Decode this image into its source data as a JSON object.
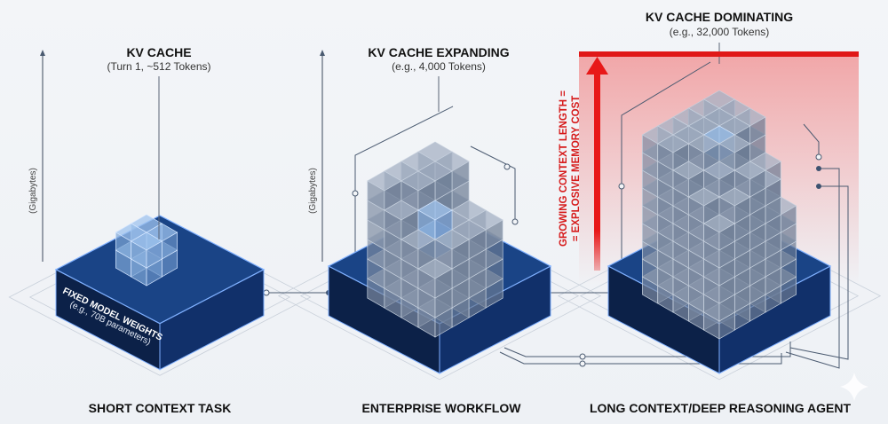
{
  "colors": {
    "base_top": "#1a4486",
    "base_left": "#0c2148",
    "base_right": "#11306a",
    "base_edge": "#7fb0ff",
    "cube_fill": "#7d8ca3",
    "cube_highlight": "#9fc3ee",
    "warning_red": "#e01818",
    "axis": "#5a6576"
  },
  "panels": [
    {
      "id": "short",
      "title": "KV CACHE",
      "subtitle": "(Turn 1, ~512 Tokens)",
      "axis_label": "(Gigabytes)",
      "footer": "SHORT CONTEXT TASK",
      "base_label": "FIXED MODEL WEIGHTS",
      "base_sublabel": "(e.g., 70B parameters)",
      "kv_tokens": 512
    },
    {
      "id": "enterprise",
      "title": "KV CACHE EXPANDING",
      "subtitle": "(e.g., 4,000 Tokens)",
      "axis_label": "(Gigabytes)",
      "footer": "ENTERPRISE WORKFLOW",
      "kv_tokens": 4000
    },
    {
      "id": "long",
      "title": "KV CACHE DOMINATING",
      "subtitle": "(e.g., 32,000 Tokens)",
      "footer": "LONG CONTEXT/DEEP REASONING AGENT",
      "kv_tokens": 32000
    }
  ],
  "warning": {
    "line1": "GROWING CONTEXT LENGTH =",
    "line2": "= EXPLOSIVE MEMORY COST"
  },
  "icons": {
    "sparkle": "sparkle-icon"
  }
}
